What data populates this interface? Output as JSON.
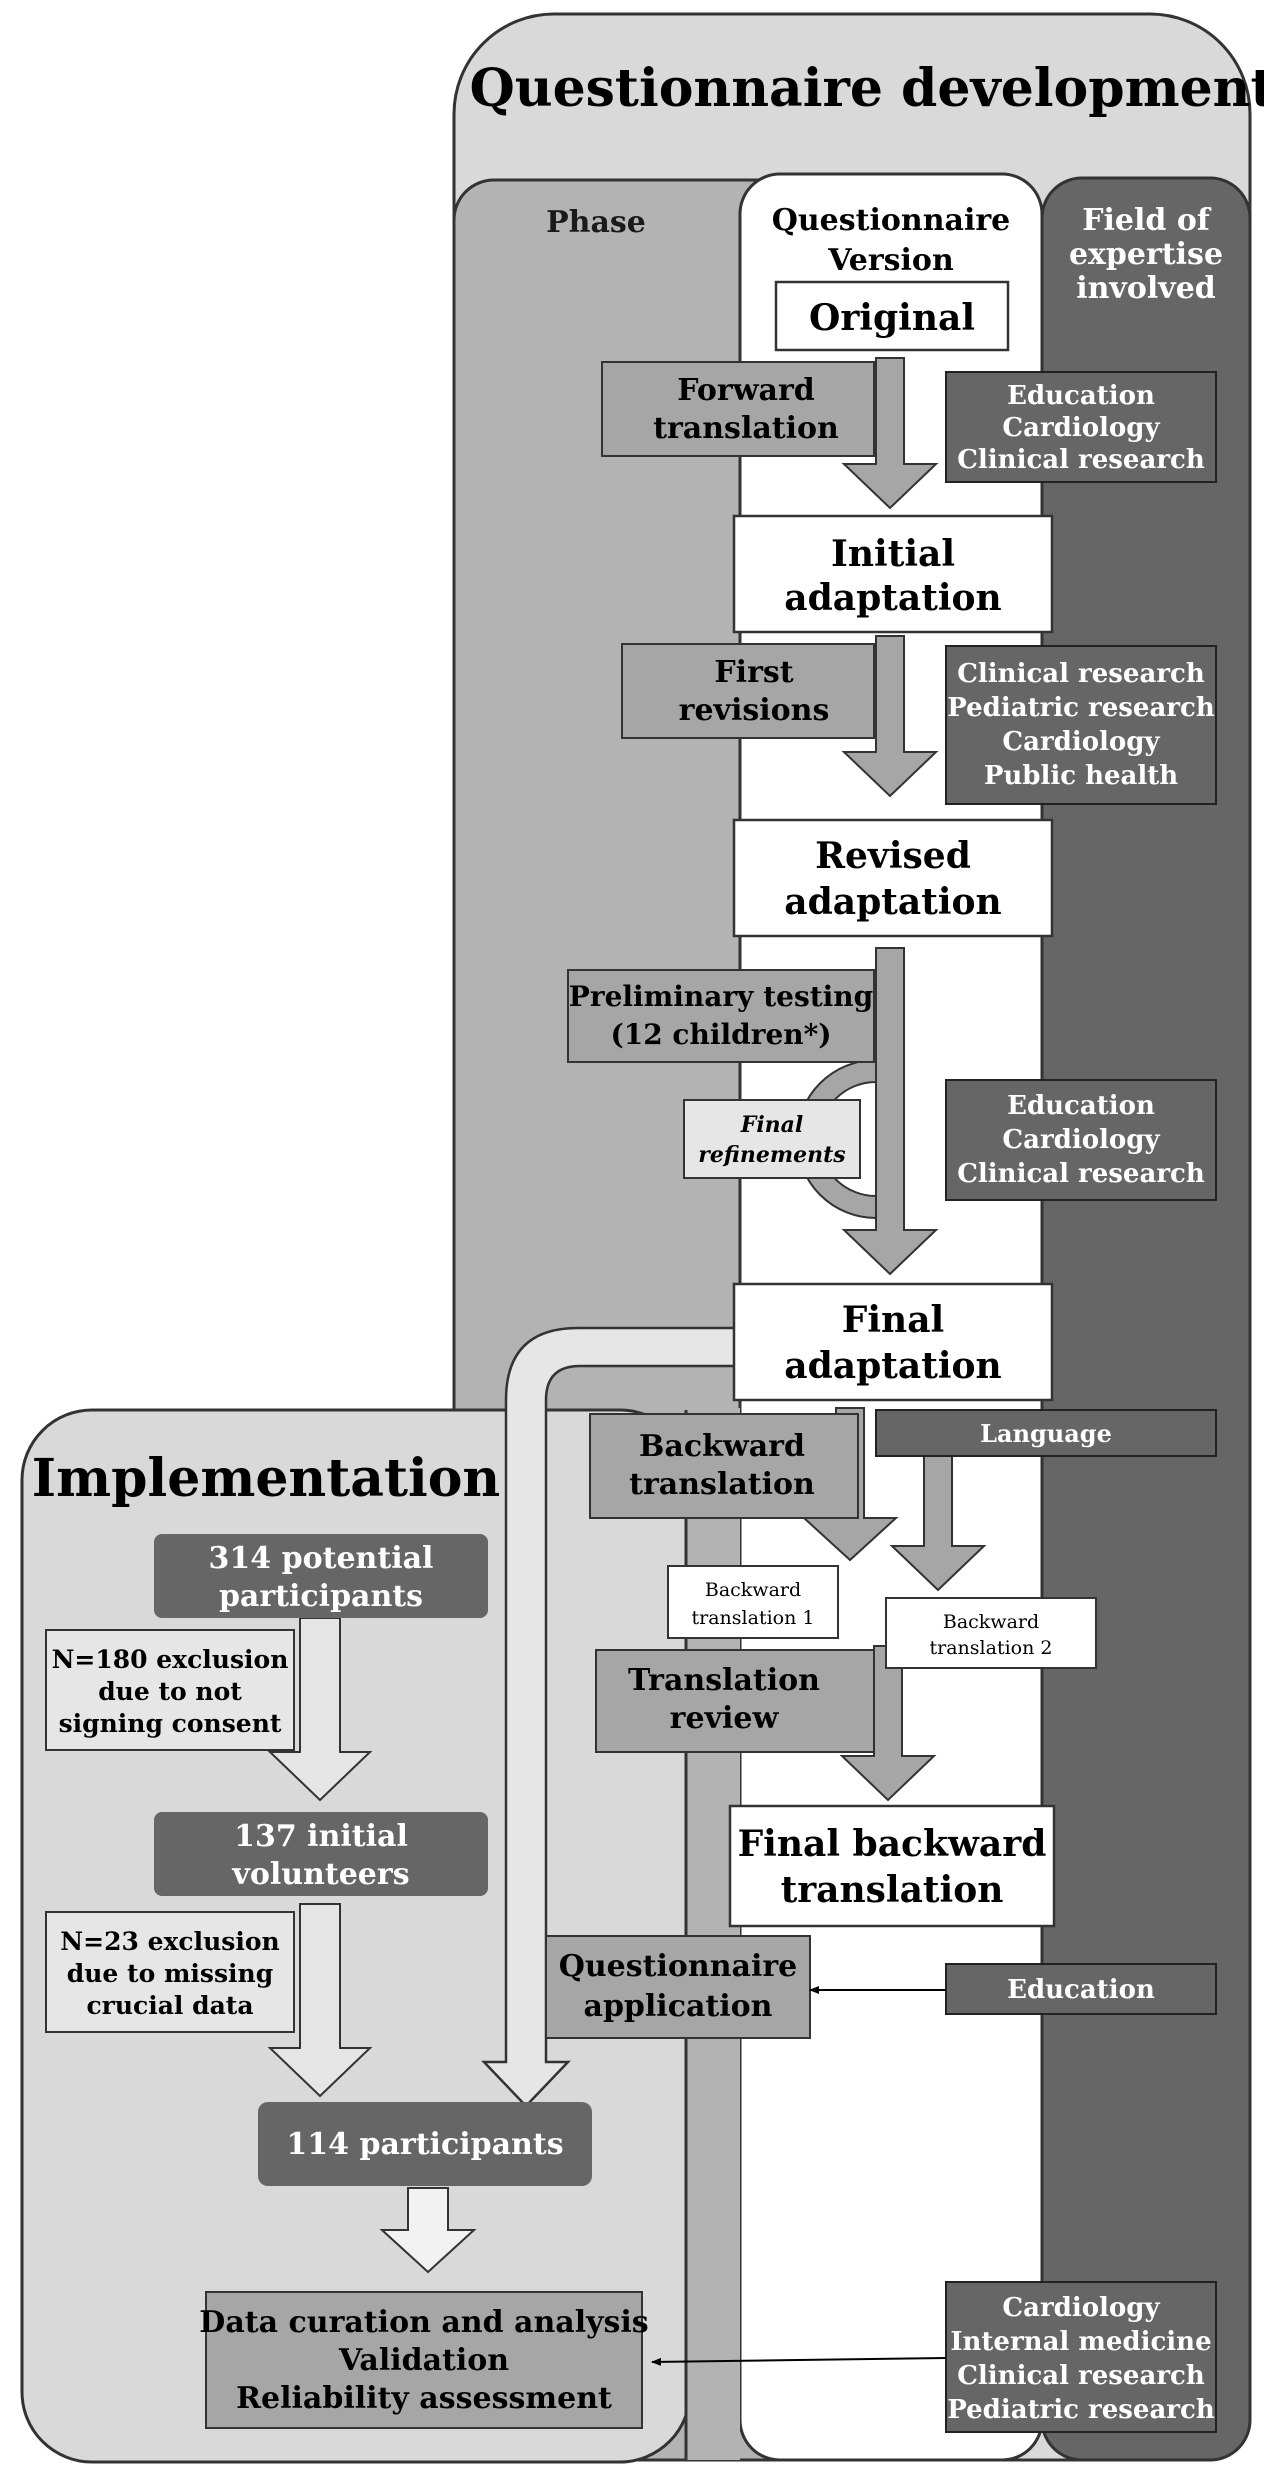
{
  "top": {
    "title": "Questionnaire development",
    "col_phase": "Phase",
    "col_version": [
      "Questionnaire",
      "Version"
    ],
    "col_field": [
      "Field of",
      "expertise",
      "involved"
    ]
  },
  "versions": {
    "original": "Original",
    "initial": [
      "Initial",
      "adaptation"
    ],
    "revised": [
      "Revised",
      "adaptation"
    ],
    "final": [
      "Final",
      "adaptation"
    ],
    "final_backward": [
      "Final backward",
      "translation"
    ]
  },
  "phases": {
    "forward": [
      "Forward",
      "translation"
    ],
    "first_rev": [
      "First",
      "revisions"
    ],
    "prelim": [
      "Preliminary testing",
      "(12 children*)"
    ],
    "refinements": [
      "Final",
      "refinements"
    ],
    "backward": [
      "Backward",
      "translation"
    ],
    "bt1": [
      "Backward",
      "translation 1"
    ],
    "bt2": [
      "Backward",
      "translation 2"
    ],
    "review": [
      "Translation",
      "review"
    ],
    "application": [
      "Questionnaire",
      "application"
    ]
  },
  "fields": {
    "f1": [
      "Education",
      "Cardiology",
      "Clinical research"
    ],
    "f2": [
      "Clinical research",
      "Pediatric research",
      "Cardiology",
      "Public health"
    ],
    "f3": [
      "Education",
      "Cardiology",
      "Clinical research"
    ],
    "language": "Language",
    "education": "Education",
    "f_final": [
      "Cardiology",
      "Internal medicine",
      "Clinical research",
      "Pediatric research"
    ]
  },
  "implementation": {
    "title": "Implementation",
    "potential": [
      "314 potential",
      "participants"
    ],
    "excl1": [
      "N=180 exclusion",
      "due to not",
      "signing consent"
    ],
    "initial_vol": [
      "137 initial",
      "volunteers"
    ],
    "excl2": [
      "N=23 exclusion",
      "due to missing",
      "crucial data"
    ],
    "participants": "114 participants",
    "analysis": [
      "Data curation and analysis",
      "Validation",
      "Reliability assessment"
    ]
  },
  "colors": {
    "panel": "#d9d9d9",
    "phase_col": "#b3b3b3",
    "field_col": "#666666",
    "dark_box": "#666666",
    "mid_box": "#a6a6a6",
    "arrow": "#a6a6a6",
    "light_box": "#e6e6e6"
  }
}
